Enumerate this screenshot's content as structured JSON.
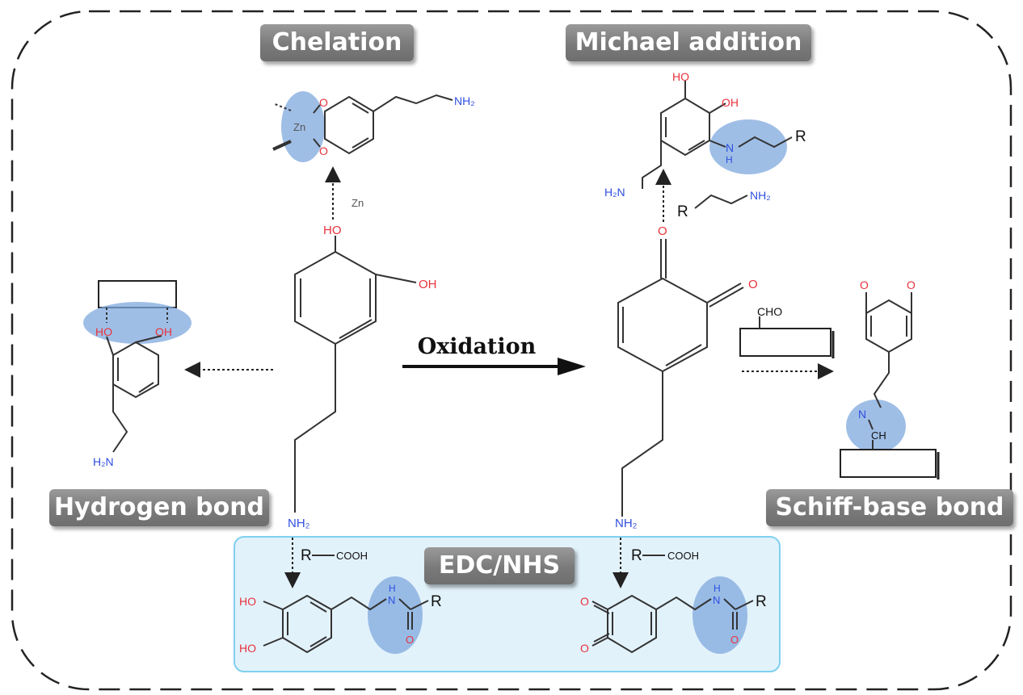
{
  "labels": {
    "chelation": "Chelation",
    "michael": "Michael addition",
    "hydrogen": "Hydrogen bond",
    "schiff": "Schiff-base bond",
    "edc": "EDC/NHS",
    "oxidation": "Oxidation"
  },
  "atoms": {
    "ho": "HO",
    "oh": "OH",
    "o": "O",
    "nh2": "NH₂",
    "h2n": "H₂N",
    "zn": "Zn",
    "r": "R",
    "cooh": "COOH",
    "cho": "CHO",
    "h": "H",
    "n": "N",
    "ch": "CH"
  },
  "colors": {
    "oxygen": "#e8323c",
    "nitrogen": "#2f4fe0",
    "highlight": "#7fa8dd",
    "panel_fill": "#e2f2fb",
    "panel_stroke": "#7fd0ef",
    "bond": "#333333"
  }
}
